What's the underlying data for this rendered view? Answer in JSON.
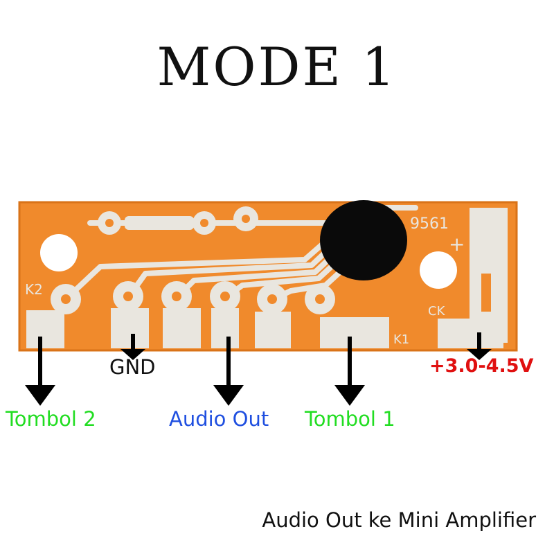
{
  "title": "MODE 1",
  "board": {
    "silkscreen": {
      "k2": "K2",
      "k1": "K1",
      "ck": "CK",
      "part": "9561",
      "plus": "+"
    }
  },
  "pins": [
    {
      "label": "Tombol 2",
      "color": "#22dd22"
    },
    {
      "label": "GND",
      "color": "#111111"
    },
    {
      "label": "Audio Out",
      "color": "#1f4fe0"
    },
    {
      "label": "Tombol 1",
      "color": "#22dd22"
    },
    {
      "label": "+3.0-4.5V",
      "color": "#e01010"
    }
  ],
  "footer": "Audio Out ke Mini Amplifier",
  "colors": {
    "board": "#f08a2c",
    "pad": "#e9e6df",
    "blob": "#0a0a0a"
  }
}
